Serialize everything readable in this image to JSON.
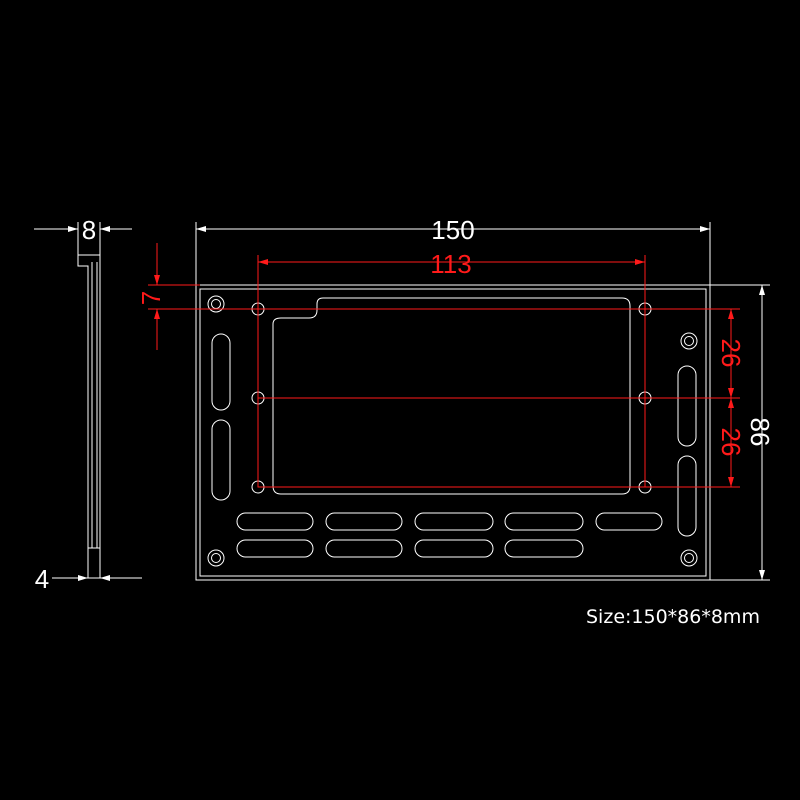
{
  "colors": {
    "outline": "#ffffff",
    "dimension": "#ff1a1a",
    "background": "#000000"
  },
  "side_view": {
    "dims": {
      "thickness": "8",
      "lip": "4"
    }
  },
  "front_view": {
    "dims": {
      "overall_width": "150",
      "hole_spacing_width": "113",
      "top_offset": "7",
      "overall_height": "86",
      "hole_spacing_upper": "26",
      "hole_spacing_lower": "26"
    }
  },
  "size_label": "Size:150*86*8mm"
}
